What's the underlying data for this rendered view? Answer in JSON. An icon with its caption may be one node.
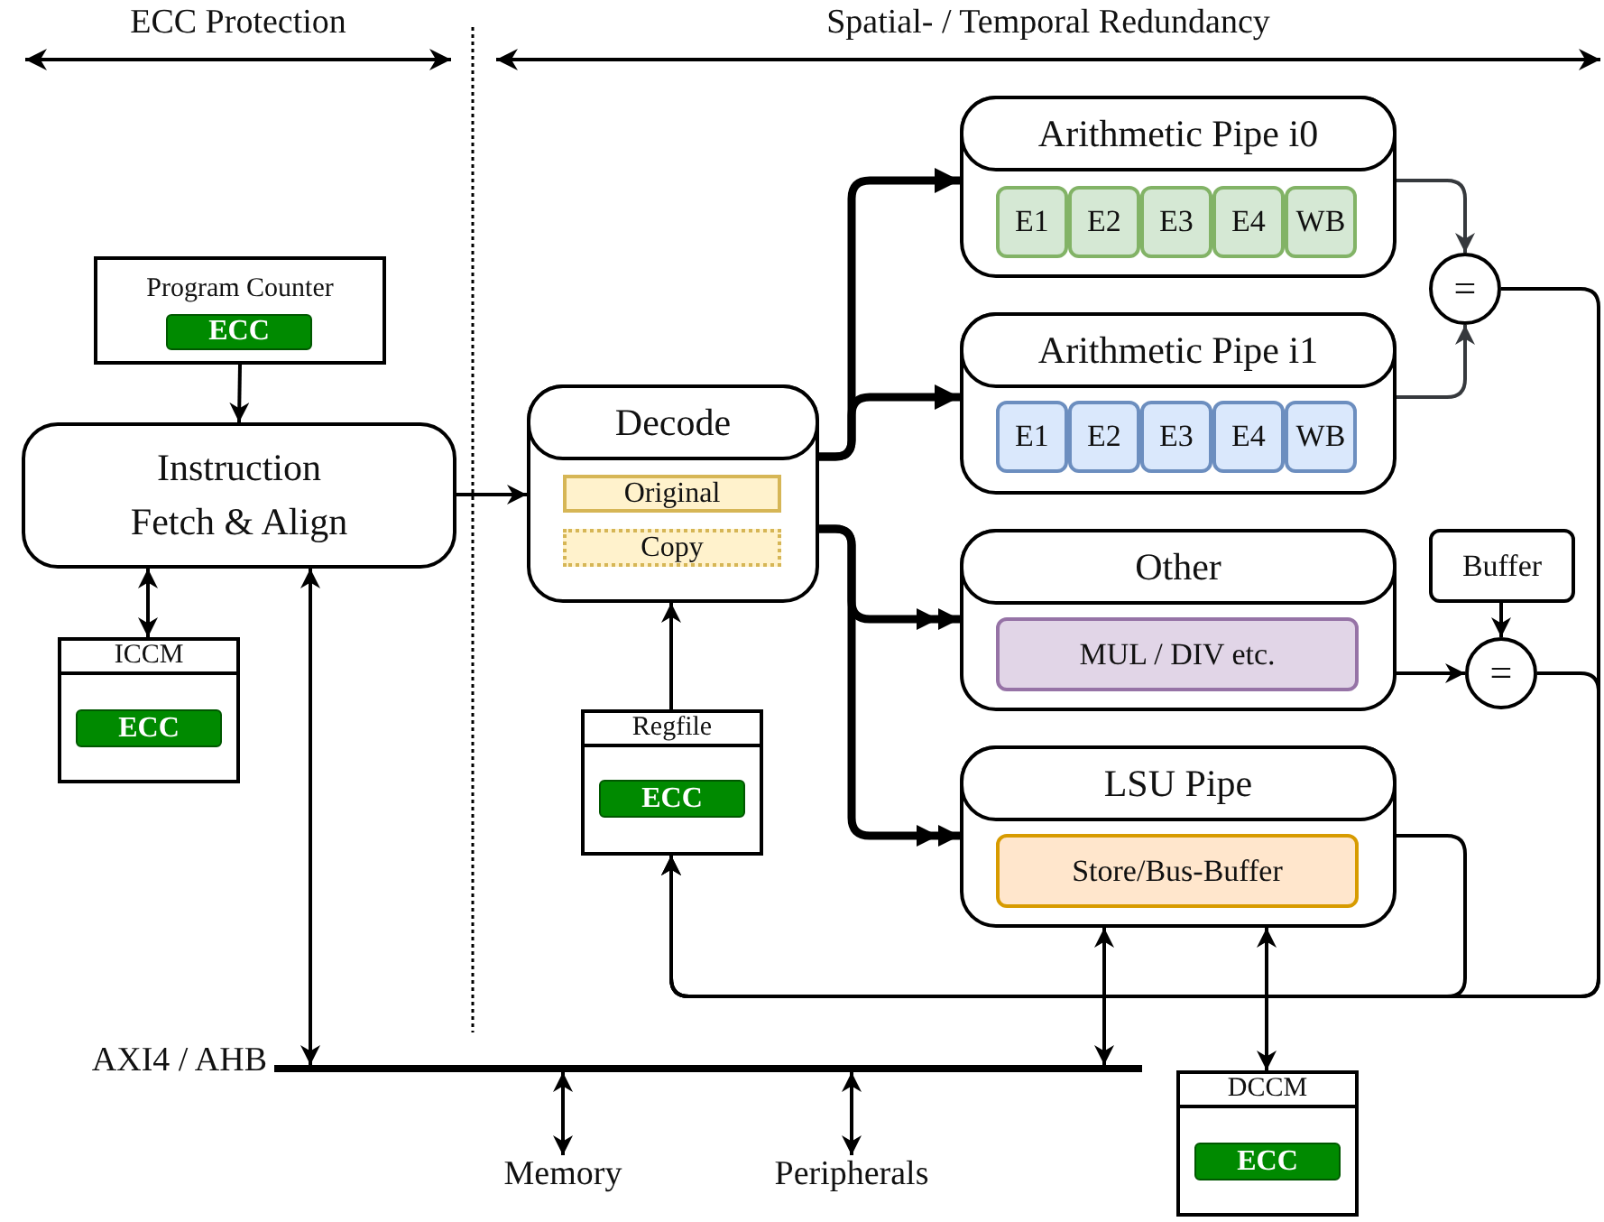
{
  "diagram": {
    "nodes": [
      {
        "text": [
          "Program Counter"
        ]
      },
      {
        "text": [
          "ECC"
        ],
        "in": 0
      },
      {
        "text": [
          "Instruction Fetch & Align"
        ]
      },
      {
        "text": [
          "ICCM"
        ]
      },
      {
        "text": [
          "ECC"
        ],
        "in": 3
      },
      {
        "text": [
          "Decode"
        ]
      },
      {
        "text": [
          "Original"
        ],
        "in": 5
      },
      {
        "text": [
          "Copy"
        ],
        "in": 5
      },
      {
        "text": [
          "Regfile"
        ]
      },
      {
        "text": [
          "ECC"
        ],
        "in": 8
      },
      {
        "text": [
          "Arithmetic Pipe i0"
        ]
      },
      {
        "text": [
          "E1"
        ],
        "in": 10
      },
      {
        "text": [
          "E2"
        ],
        "in": 10
      },
      {
        "text": [
          "E3"
        ],
        "in": 10
      },
      {
        "text": [
          "E4"
        ],
        "in": 10
      },
      {
        "text": [
          "WB"
        ],
        "in": 10
      },
      {
        "text": [
          "Arithmetic Pipe i1"
        ]
      },
      {
        "text": [
          "E1"
        ],
        "in": 16
      },
      {
        "text": [
          "E2"
        ],
        "in": 16
      },
      {
        "text": [
          "E3"
        ],
        "in": 16
      },
      {
        "text": [
          "E4"
        ],
        "in": 16
      },
      {
        "text": [
          "WB"
        ],
        "in": 16
      },
      {
        "text": [
          "Other"
        ]
      },
      {
        "text": [
          "MUL / DIV etc."
        ],
        "in": 22
      },
      {
        "text": [
          "Buffer"
        ]
      },
      {
        "text": [
          "="
        ]
      },
      {
        "text": [
          "="
        ]
      },
      {
        "text": [
          "LSU Pipe"
        ]
      },
      {
        "text": [
          "Store/Bus-Buffer"
        ],
        "in": 27
      },
      {
        "text": [],
        "shape": "bar",
        "beside": [
          "AXI4 / AHB"
        ]
      },
      {
        "text": [
          "Memory"
        ]
      },
      {
        "text": [
          "Peripherals"
        ]
      },
      {
        "text": [
          "DCCM"
        ]
      },
      {
        "text": [
          "ECC"
        ],
        "in": 32
      }
    ],
    "edges": [
      {
        "from": 0,
        "to": 2,
        "arrow": "to"
      },
      {
        "from": 3,
        "to": 2,
        "arrow": "both"
      },
      {
        "from": 29,
        "to": 2,
        "arrow": "both"
      },
      {
        "from": 2,
        "to": 5,
        "arrow": "to"
      },
      {
        "from": 8,
        "to": 5,
        "arrow": "to"
      },
      {
        "from": 5,
        "to": 10,
        "arrow": "to",
        "style": "thick"
      },
      {
        "from": 5,
        "to": 16,
        "arrow": "to",
        "style": "thick"
      },
      {
        "from": 5,
        "to": 22,
        "arrow": "to",
        "style": "thick"
      },
      {
        "from": 5,
        "to": 27,
        "arrow": "to",
        "style": "thick"
      },
      {
        "from": 10,
        "to": 25,
        "arrow": "to",
        "color": "#36393d"
      },
      {
        "from": 16,
        "to": 25,
        "arrow": "to",
        "color": "#36393d"
      },
      {
        "from": 22,
        "to": 26,
        "arrow": "to"
      },
      {
        "from": 24,
        "to": 26,
        "arrow": "to"
      },
      {
        "from": 25,
        "to": 8,
        "arrow": "to"
      },
      {
        "from": 26,
        "to": 8,
        "arrow": "to"
      },
      {
        "from": 27,
        "to": 8,
        "arrow": "to"
      },
      {
        "from": 27,
        "to": 29,
        "arrow": "both"
      },
      {
        "from": 27,
        "to": 32,
        "arrow": "both"
      },
      {
        "from": 29,
        "to": 30,
        "arrow": "both"
      },
      {
        "from": 29,
        "to": 31,
        "arrow": "both"
      }
    ],
    "labels": [
      "ECC Protection",
      "Spatial- / Temporal Redundancy"
    ]
  }
}
